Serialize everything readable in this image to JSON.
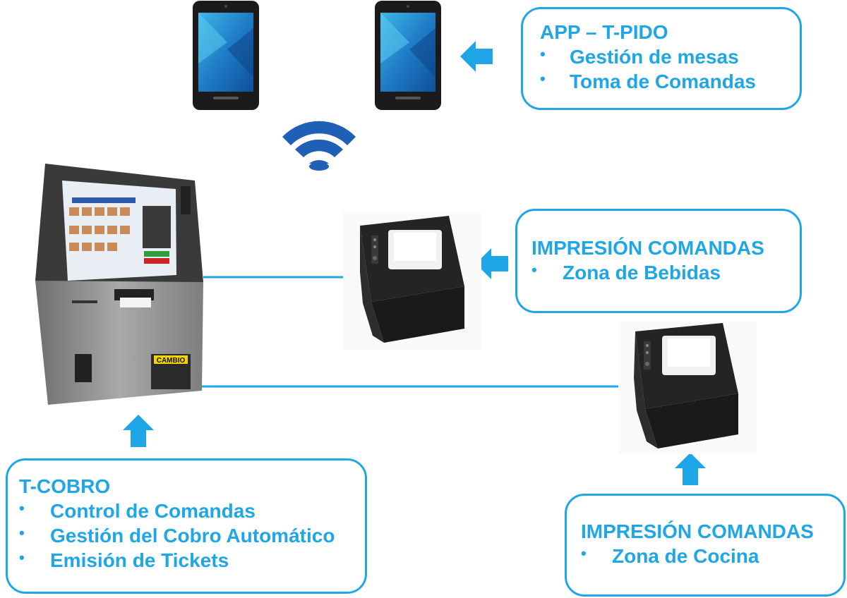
{
  "app_box": {
    "title": "APP – T-PIDO",
    "items": [
      "Gestión de mesas",
      "Toma de Comandas"
    ]
  },
  "bebidas_box": {
    "title": "IMPRESIÓN  COMANDAS",
    "items": [
      "Zona de Bebidas"
    ]
  },
  "tcobro_box": {
    "title": "T-COBRO",
    "items": [
      "Control de Comandas",
      "Gestión del Cobro Automático",
      "Emisión de Tickets"
    ]
  },
  "cocina_box": {
    "title": "IMPRESIÓN  COMANDAS",
    "items": [
      "Zona de Cocina"
    ]
  },
  "kiosk": {
    "cambio_label": "CAMBIO"
  },
  "colors": {
    "accent": "#1ea6e6",
    "device_dark": "#1b1b1b",
    "wifi_blue": "#1f5fb5",
    "kiosk_grey": "#8a8a8a"
  }
}
